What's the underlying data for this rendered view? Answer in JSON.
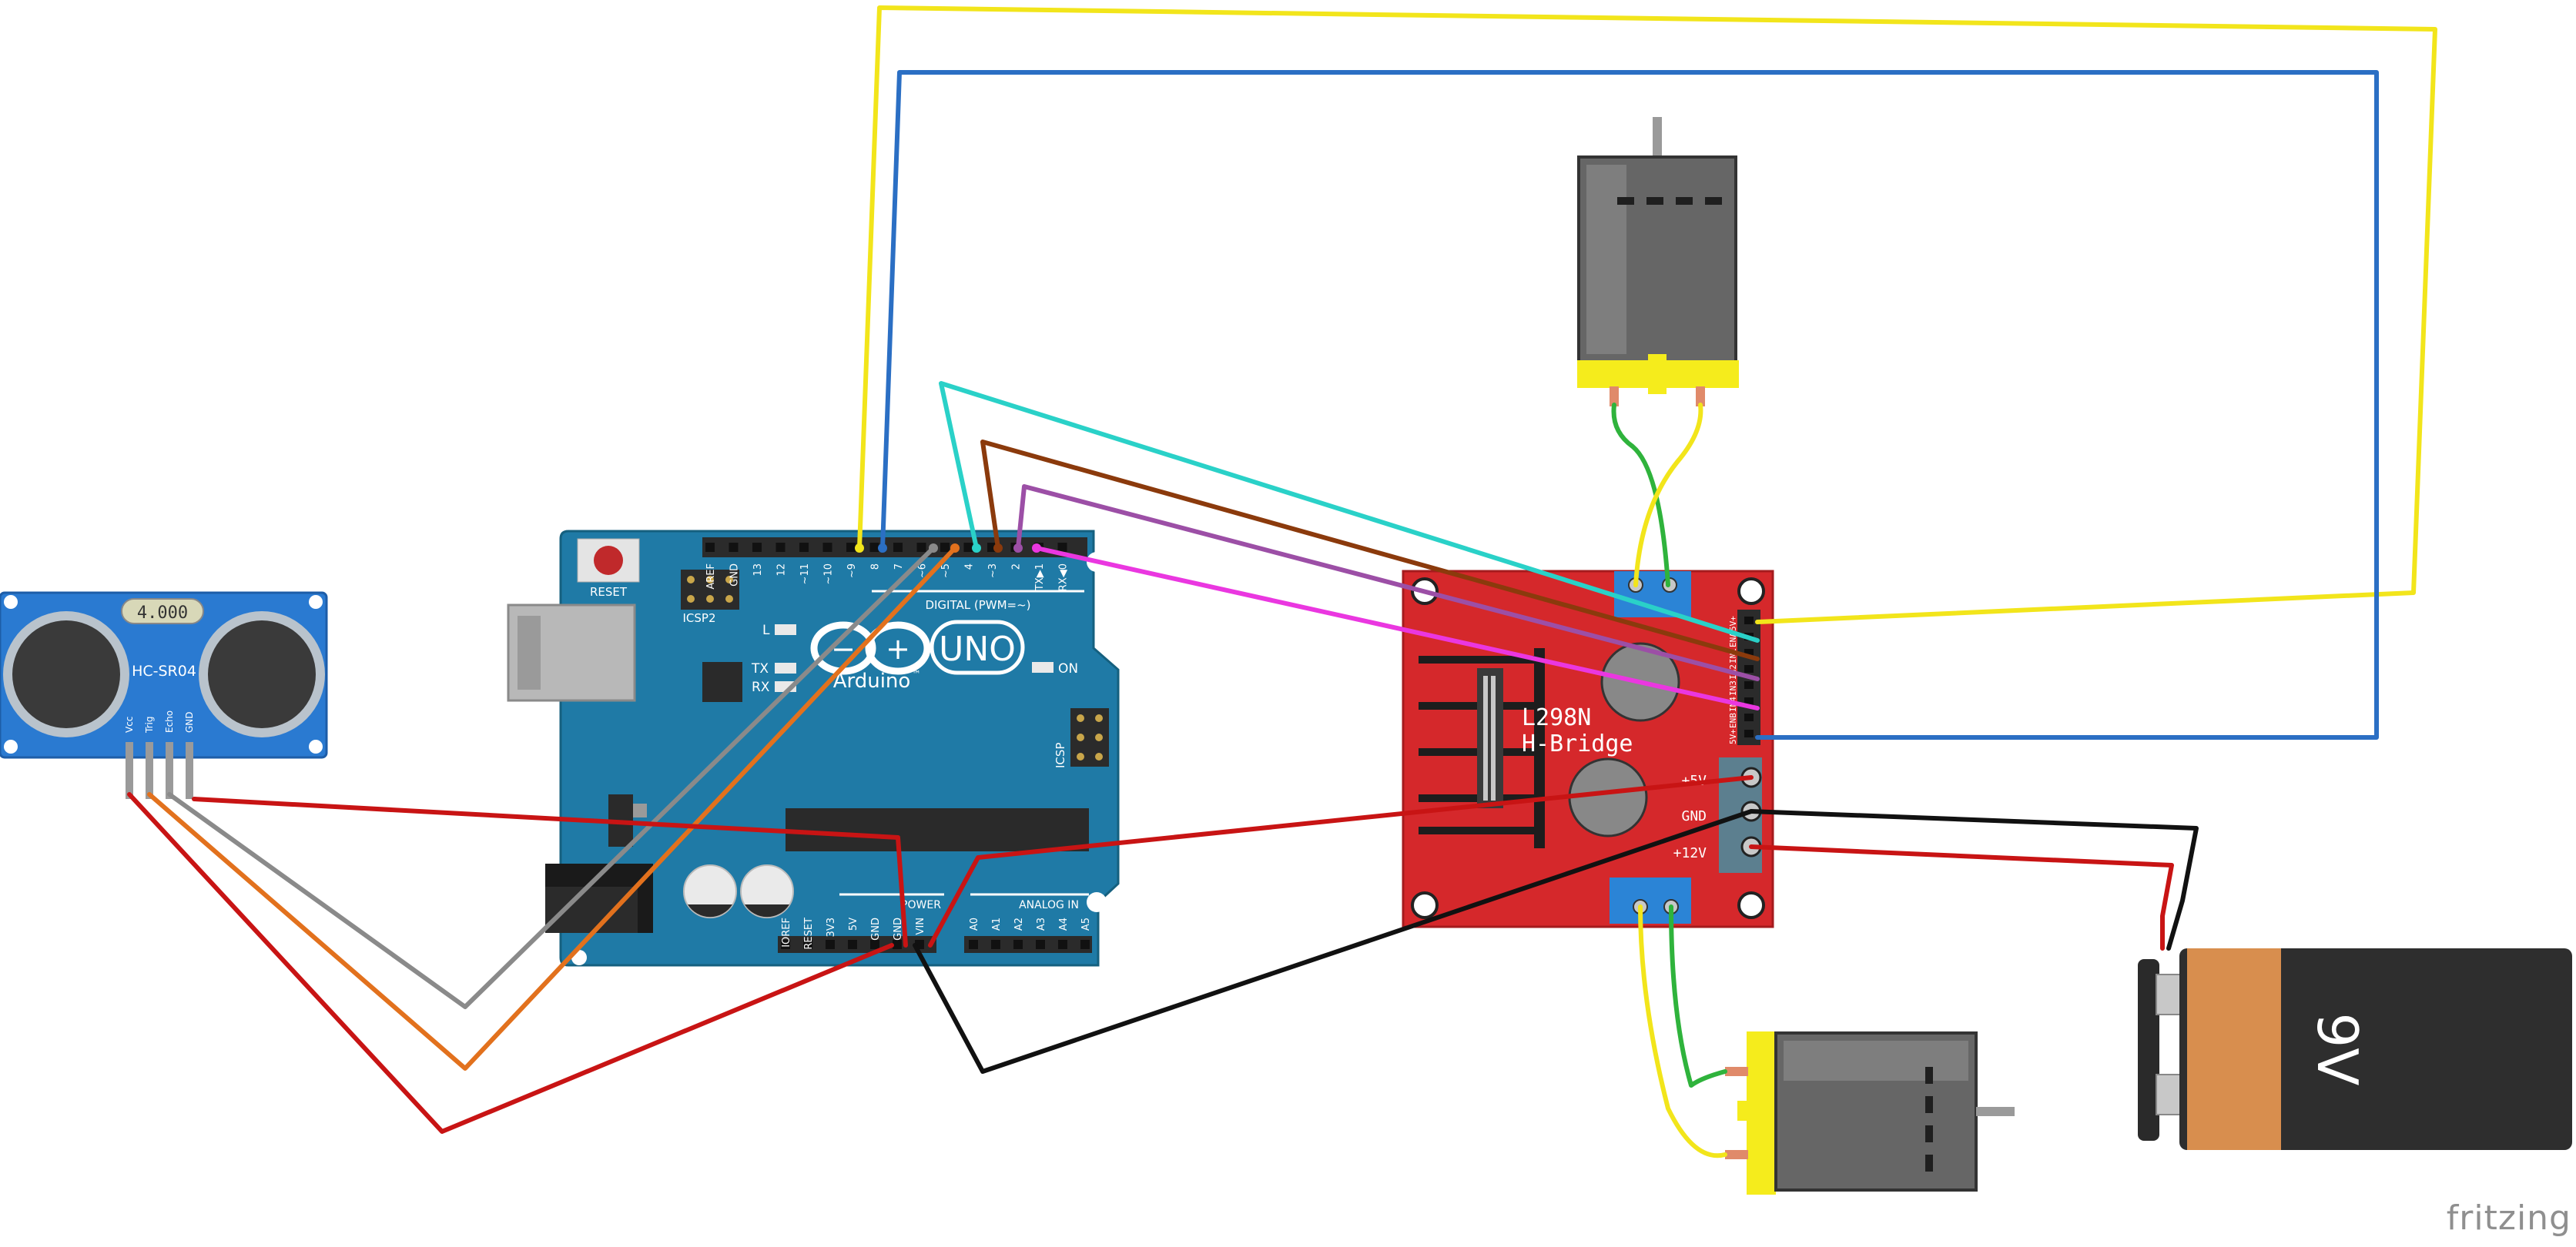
{
  "sensor": {
    "display": "4.000",
    "model": "HC-SR04",
    "pins": [
      "Vcc",
      "Trig",
      "Echo",
      "GND"
    ]
  },
  "arduino": {
    "reset": "RESET",
    "icsp2": "ICSP2",
    "icsp": "ICSP",
    "logo_text": "Arduino",
    "tm": "™",
    "uno": "UNO",
    "digital": "DIGITAL (PWM=~)",
    "on": "ON",
    "led_l": "L",
    "led_tx": "TX",
    "led_rx": "RX",
    "power": "POWER",
    "analog": "ANALOG IN",
    "digital_pins": [
      "AREF",
      "GND",
      "13",
      "12",
      "~11",
      "~10",
      "~9",
      "8",
      "7",
      "~6",
      "~5",
      "4",
      "~3",
      "2",
      "TX▶1",
      "RX◀0"
    ],
    "power_pins": [
      "IOREF",
      "RESET",
      "3V3",
      "5V",
      "GND",
      "GND",
      "VIN"
    ],
    "analog_pins": [
      "A0",
      "A1",
      "A2",
      "A3",
      "A4",
      "A5"
    ]
  },
  "driver": {
    "title1": "L298N",
    "title2": "H-Bridge",
    "pin_5v": "+5V",
    "pin_gnd": "GND",
    "pin_12v": "+12V",
    "header_pins": [
      "5V+",
      "ENA",
      "IN1",
      "IN2",
      "IN3",
      "IN4",
      "ENB",
      "5V+"
    ]
  },
  "battery": {
    "label": "9V"
  },
  "branding": {
    "text": "fritzing"
  },
  "colors": {
    "wire_yellow": "#f2e51b",
    "wire_blue": "#2b6fc4",
    "wire_cyan": "#2ad1c8",
    "wire_brown": "#8b3a0c",
    "wire_purple": "#9c4fa6",
    "wire_magenta": "#ea37e0",
    "wire_gray": "#8a8a8a",
    "wire_orange": "#e2711d",
    "wire_red": "#c81414",
    "wire_black": "#111111",
    "wire_green": "#2fb33c",
    "arduino_board": "#1f7aa6",
    "driver_board": "#d5282b",
    "sensor_board": "#2a7ad1",
    "motor_body": "#666666",
    "motor_cap": "#f5ec1c",
    "battery_body": "#d88e4e"
  }
}
